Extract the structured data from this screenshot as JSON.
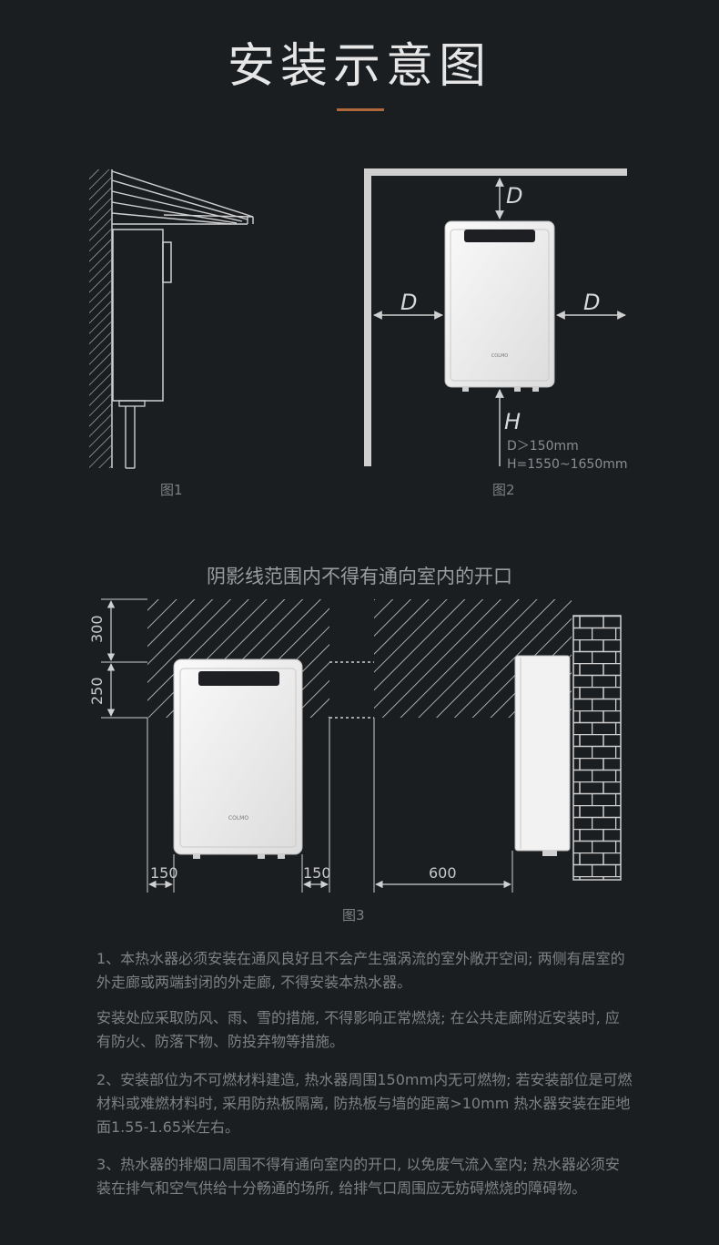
{
  "title": "安装示意图",
  "figures": {
    "fig1_label": "图1",
    "fig2_label": "图2",
    "fig3_label": "图3",
    "fig2": {
      "d_label": "D",
      "h_label": "H",
      "d_spec": "D＞150mm",
      "h_spec": "H=1550~1650mm"
    },
    "fig3": {
      "caption": "阴影线范围内不得有通向室内的开口",
      "dim_300": "300",
      "dim_250": "250",
      "dim_150_left": "150",
      "dim_150_right": "150",
      "dim_600": "600"
    },
    "brand": "COLMO"
  },
  "notes": [
    "1、本热水器必须安装在通风良好且不会产生强涡流的室外敞开空间; 两侧有居室的外走廊或两端封闭的外走廊, 不得安装本热水器。",
    "安装处应采取防风、雨、雪的措施, 不得影响正常燃烧; 在公共走廊附近安装时, 应有防火、防落下物、防投弃物等措施。",
    "2、安装部位为不可燃材料建造, 热水器周围150mm内无可燃物; 若安装部位是可燃材料或难燃材料时, 采用防热板隔离, 防热板与墙的距离>10mm 热水器安装在距地面1.55-1.65米左右。",
    "3、热水器的排烟口周围不得有通向室内的开口, 以免废气流入室内; 热水器必须安装在排气和空气供给十分畅通的场所, 给排气口周围应无妨碍燃烧的障碍物。"
  ],
  "colors": {
    "background": "#1b1e21",
    "accent": "#b0683a",
    "line": "#d0d0d0"
  }
}
